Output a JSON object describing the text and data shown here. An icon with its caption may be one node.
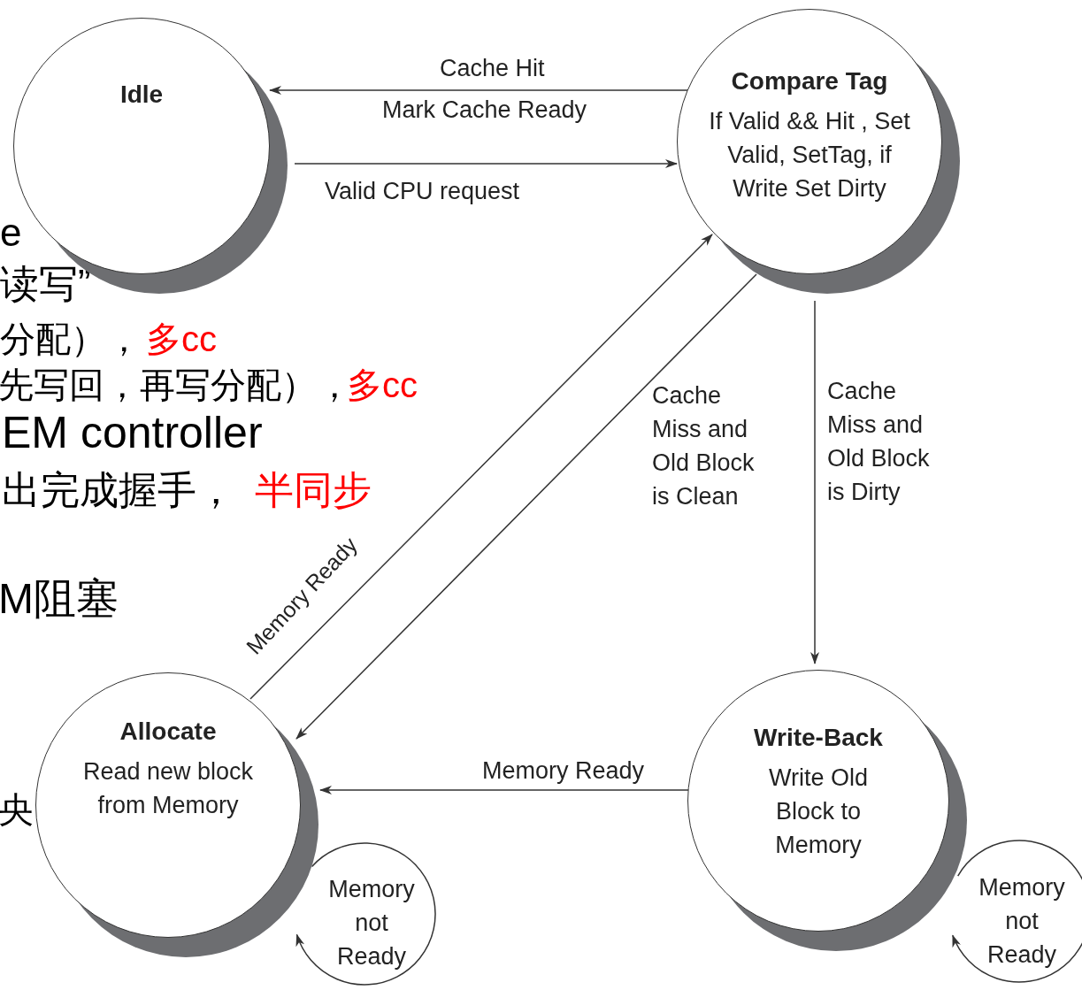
{
  "diagram": {
    "nodes": [
      {
        "text": [
          "Idle"
        ]
      },
      {
        "text": [
          "Compare Tag",
          "If Valid && Hit , Set Valid, SetTag, if Write Set Dirty"
        ]
      },
      {
        "text": [
          "Allocate",
          "Read new block from Memory"
        ]
      },
      {
        "text": [
          "Write-Back",
          "Write Old Block to Memory"
        ]
      }
    ],
    "edges": [
      {
        "from": 1,
        "to": 0,
        "arrow": "to",
        "label": "Cache Hit"
      },
      {
        "from": 0,
        "to": 1,
        "arrow": "to",
        "label": "Valid CPU request"
      },
      {
        "from": 2,
        "to": 1,
        "arrow": "to",
        "label": "Memory Ready"
      },
      {
        "from": 1,
        "to": 2,
        "arrow": "to",
        "label": "Cache Miss and Old Block is Clean"
      },
      {
        "from": 1,
        "to": 3,
        "arrow": "to",
        "label": "Cache Miss and Old Block is Dirty"
      },
      {
        "from": 3,
        "to": 2,
        "arrow": "to",
        "label": "Memory Ready"
      },
      {
        "from": 2,
        "to": 2,
        "arrow": "to",
        "label": "Memory not Ready"
      },
      {
        "from": 3,
        "to": 3,
        "arrow": "to",
        "label": "Memory not Ready"
      }
    ],
    "labels": [
      "Mark Cache Ready",
      "e",
      "读写”",
      "分配），",
      "多cc",
      "先写回，再写分配），",
      "多cc",
      "EM controller",
      "出完成握手，",
      "半同步",
      "M阻塞",
      "央"
    ]
  }
}
